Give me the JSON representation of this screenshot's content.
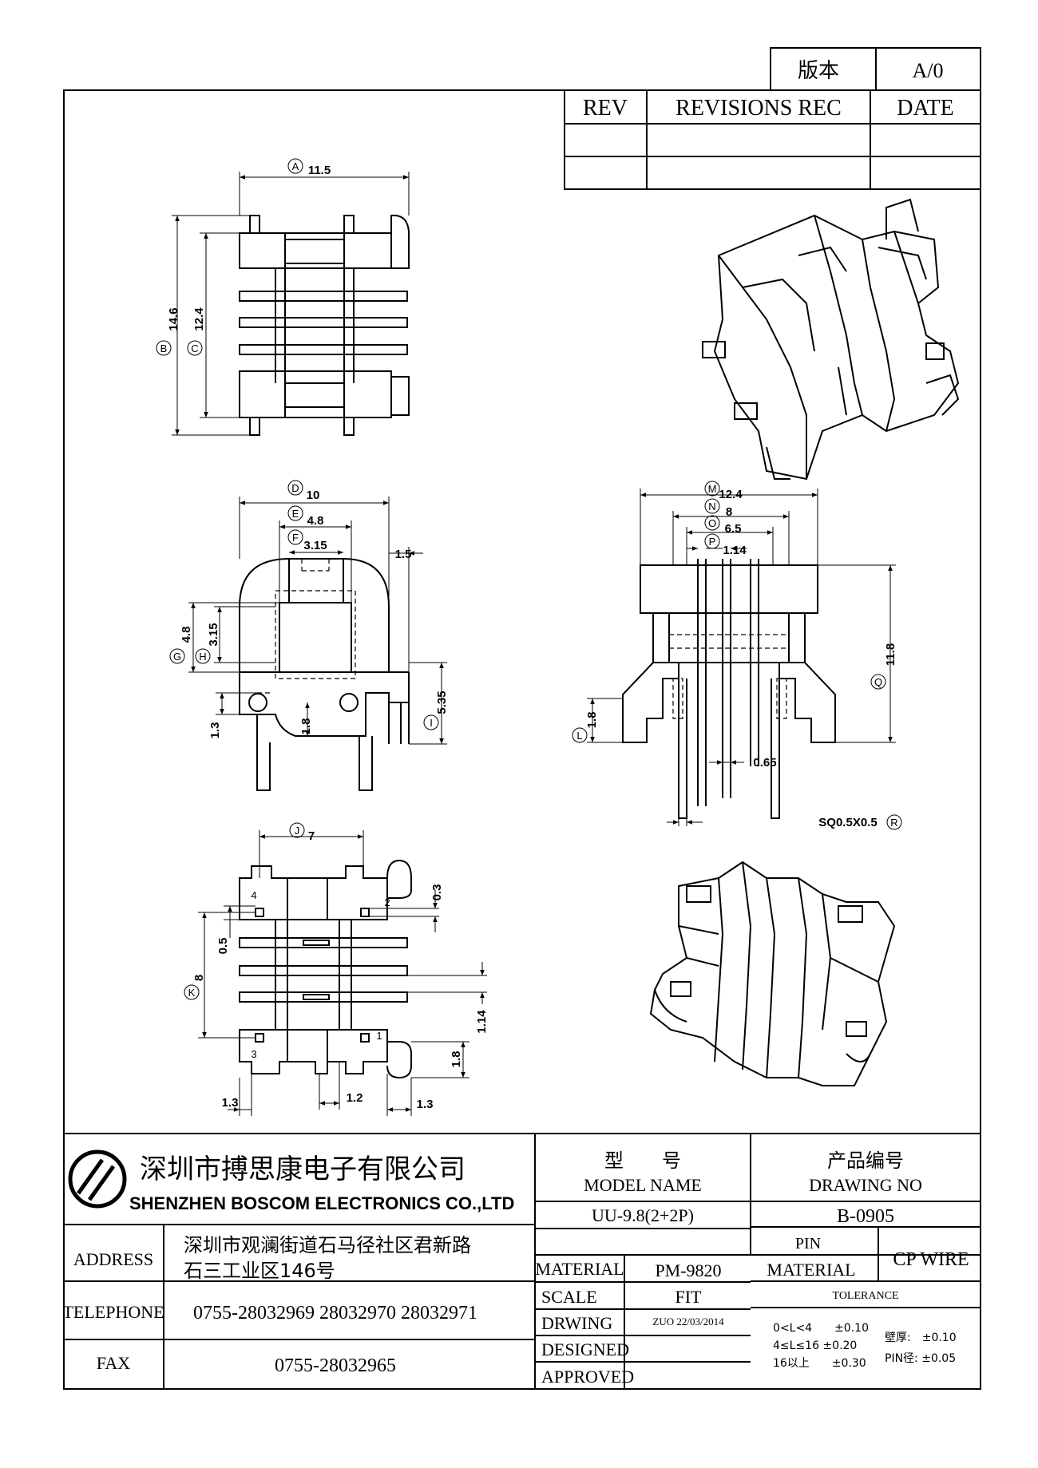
{
  "version_box": {
    "label": "版本",
    "value": "A/0"
  },
  "revision_table": {
    "col_rev": "REV",
    "col_revisions": "REVISIONS REC",
    "col_date": "DATE"
  },
  "top_view": {
    "dim_A": "11.5",
    "dim_B": "14.6",
    "dim_C": "12.4",
    "letter_A": "A",
    "letter_B": "B",
    "letter_C": "C"
  },
  "front_view": {
    "dim_D": "10",
    "dim_E": "4.8",
    "dim_F": "3.15",
    "dim_side": "1.5",
    "dim_G": "4.8",
    "dim_H": "3.15",
    "dim_I": "5.35",
    "dim_left_bottom": "1.3",
    "dim_mid_bottom": "1.8",
    "letter_D": "D",
    "letter_E": "E",
    "letter_F": "F",
    "letter_G": "G",
    "letter_H": "H",
    "letter_I": "I"
  },
  "side_view": {
    "dim_M": "12.4",
    "dim_N": "8",
    "dim_O": "6.5",
    "dim_P": "1.14",
    "dim_Q": "11.8",
    "dim_L": "1.8",
    "dim_slot": "0.65",
    "dim_pin": "SQ0.5X0.5",
    "letter_M": "M",
    "letter_N": "N",
    "letter_O": "O",
    "letter_P": "P",
    "letter_Q": "Q",
    "letter_L": "L",
    "letter_R": "R"
  },
  "bottom_view": {
    "dim_J": "7",
    "dim_K": "8",
    "dim_03": "0.3",
    "dim_05": "0.5",
    "dim_114": "1.14",
    "dim_18": "1.8",
    "dim_13_left": "1.3",
    "dim_12": "1.2",
    "dim_13_right": "1.3",
    "letter_J": "J",
    "letter_K": "K",
    "pin_1": "1",
    "pin_2": "2",
    "pin_3": "3",
    "pin_4": "4"
  },
  "title_block": {
    "company_cn": "深圳市搏思康电子有限公司",
    "company_en": "SHENZHEN BOSCOM ELECTRONICS CO.,LTD",
    "address_label": "ADDRESS",
    "address_line1": "深圳市观澜街道石马径社区君新路",
    "address_line2": "石三工业区146号",
    "telephone_label": "TELEPHONE",
    "telephone_value": "0755-28032969 28032970 28032971",
    "fax_label": "FAX",
    "fax_value": "0755-28032965",
    "model_cn": "型　　号",
    "model_en": "MODEL NAME",
    "model_value": "UU-9.8(2+2P)",
    "drawing_no_cn": "产品编号",
    "drawing_no_en": "DRAWING NO",
    "drawing_no_value": "B-0905",
    "material_label": "MATERIAL",
    "material_value": "PM-9820",
    "scale_label": "SCALE",
    "scale_value": "FIT",
    "drwing_label": "DRWING",
    "drwing_value": "ZUO 22/03/2014",
    "designed_label": "DESIGNED",
    "approved_label": "APPROVED",
    "pin_material_label_1": "PIN",
    "pin_material_label_2": "MATERIAL",
    "pin_material_value": "CP WIRE",
    "tolerance_label": "TOLERANCE",
    "tol_1": "0<L<4　　±0.10",
    "tol_2": "4≤L≤16 ±0.20",
    "tol_3": "16以上　　±0.30",
    "wall_tol": "壁厚:　±0.10",
    "pin_tol": "PIN径: ±0.05"
  }
}
